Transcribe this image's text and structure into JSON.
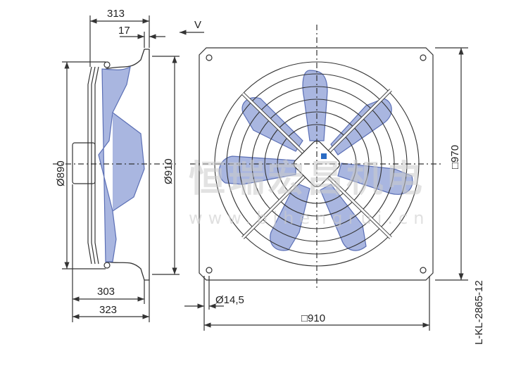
{
  "dimensions": {
    "side_depth": "313",
    "flange": "17",
    "view_arrow": "V",
    "inner_diameter": "Ø890",
    "outer_diameter": "Ø910",
    "depth_a": "303",
    "depth_b": "323",
    "hole_diameter": "Ø14,5",
    "plate_width": "□910",
    "plate_outer": "□970",
    "drawing_code": "L-KL-2865-12"
  },
  "watermark": {
    "text": "恒瑞宏昌机电",
    "url": "www.bjhengrui.cn"
  },
  "colors": {
    "blade": "#a9b6e0",
    "blade_edge": "#5b6fb5",
    "line": "#333333"
  }
}
